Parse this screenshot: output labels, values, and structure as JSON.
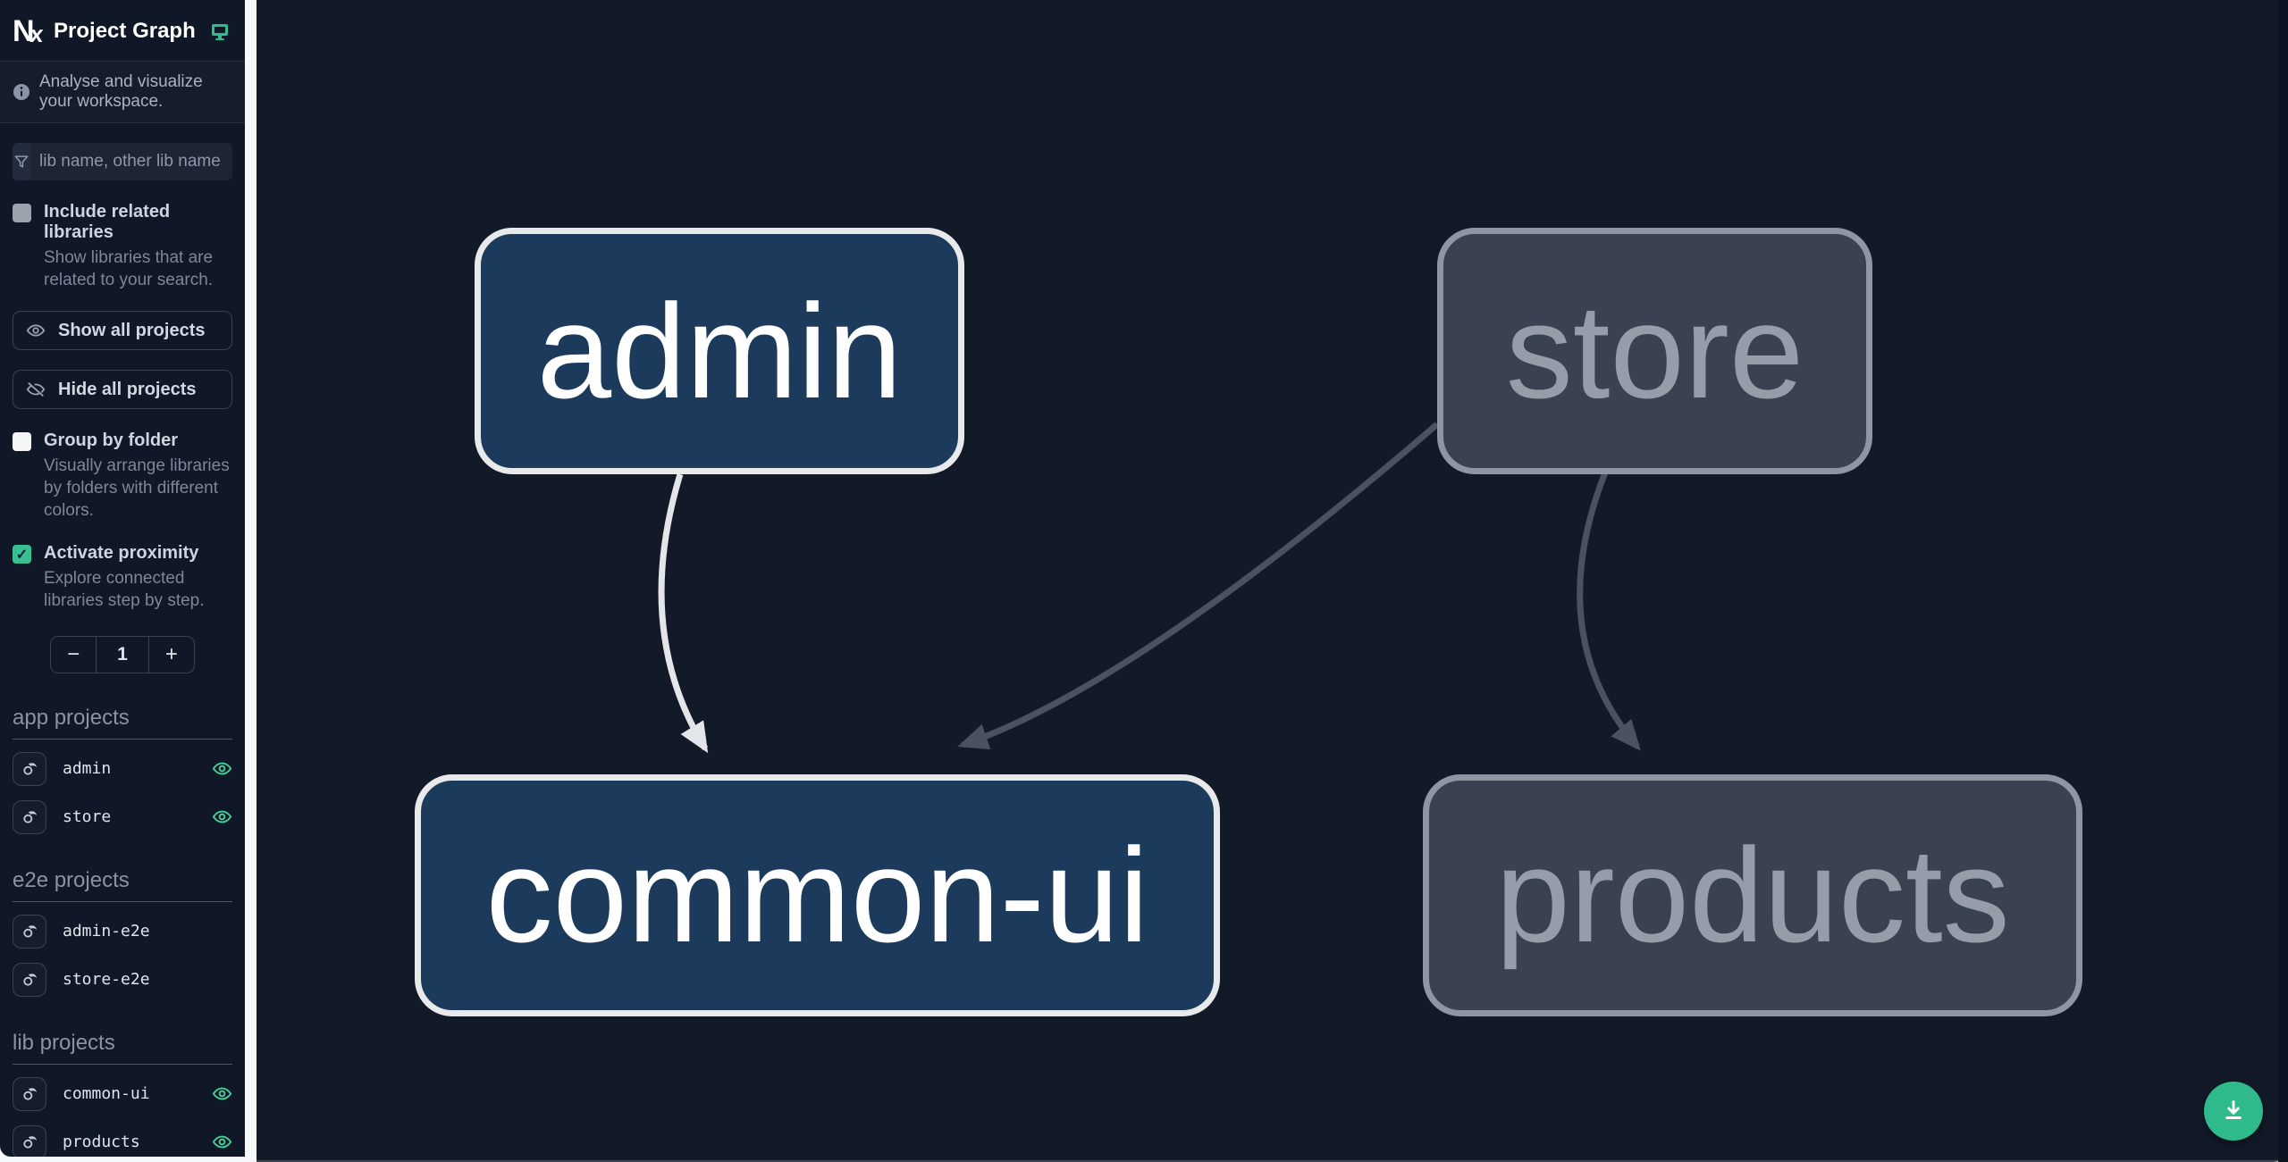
{
  "header": {
    "logo": "Nx",
    "title": "Project Graph",
    "theme_icon": "monitor-icon"
  },
  "subtitle": {
    "icon": "info-icon",
    "text": "Analyse and visualize your workspace."
  },
  "filter": {
    "icon": "funnel-icon",
    "placeholder": "lib name, other lib name",
    "value": ""
  },
  "options": {
    "include_related": {
      "label": "Include related libraries",
      "description": "Show libraries that are related to your search.",
      "checked": false
    },
    "show_all_label": "Show all projects",
    "hide_all_label": "Hide all projects",
    "group_by_folder": {
      "label": "Group by folder",
      "description": "Visually arrange libraries by folders with different colors.",
      "checked": false
    },
    "activate_proximity": {
      "label": "Activate proximity",
      "description": "Explore connected libraries step by step.",
      "checked": true
    },
    "proximity_counter": {
      "decrement": "−",
      "value": "1",
      "increment": "+"
    }
  },
  "project_groups": [
    {
      "heading": "app projects",
      "items": [
        {
          "name": "admin",
          "eye_visible": true
        },
        {
          "name": "store",
          "eye_visible": true
        }
      ]
    },
    {
      "heading": "e2e projects",
      "items": [
        {
          "name": "admin-e2e",
          "eye_visible": false
        },
        {
          "name": "store-e2e",
          "eye_visible": false
        }
      ]
    },
    {
      "heading": "lib projects",
      "items": [
        {
          "name": "common-ui",
          "eye_visible": true
        },
        {
          "name": "products",
          "eye_visible": true
        }
      ]
    }
  ],
  "graph": {
    "nodes": [
      {
        "id": "admin",
        "label": "admin",
        "state": "focused"
      },
      {
        "id": "store",
        "label": "store",
        "state": "dimmed"
      },
      {
        "id": "common-ui",
        "label": "common-ui",
        "state": "focused"
      },
      {
        "id": "products",
        "label": "products",
        "state": "dimmed"
      }
    ],
    "edges": [
      {
        "source": "admin",
        "target": "common-ui",
        "highlighted": true
      },
      {
        "source": "store",
        "target": "common-ui",
        "highlighted": false
      },
      {
        "source": "store",
        "target": "products",
        "highlighted": false
      }
    ]
  },
  "fab": {
    "icon": "download-icon"
  },
  "colors": {
    "accent_green": "#2eba8b",
    "eye_green": "#3fd396",
    "focused_node_fill": "#1c3a5c",
    "focused_node_border": "#e8e9eb",
    "dimmed_node_fill": "#3a4150",
    "dimmed_node_border": "#8f96a1",
    "highlighted_edge": "#e3e5e8",
    "dimmed_edge": "#4a5261",
    "sidebar_bg": "#101726",
    "canvas_bg": "#121a28"
  }
}
